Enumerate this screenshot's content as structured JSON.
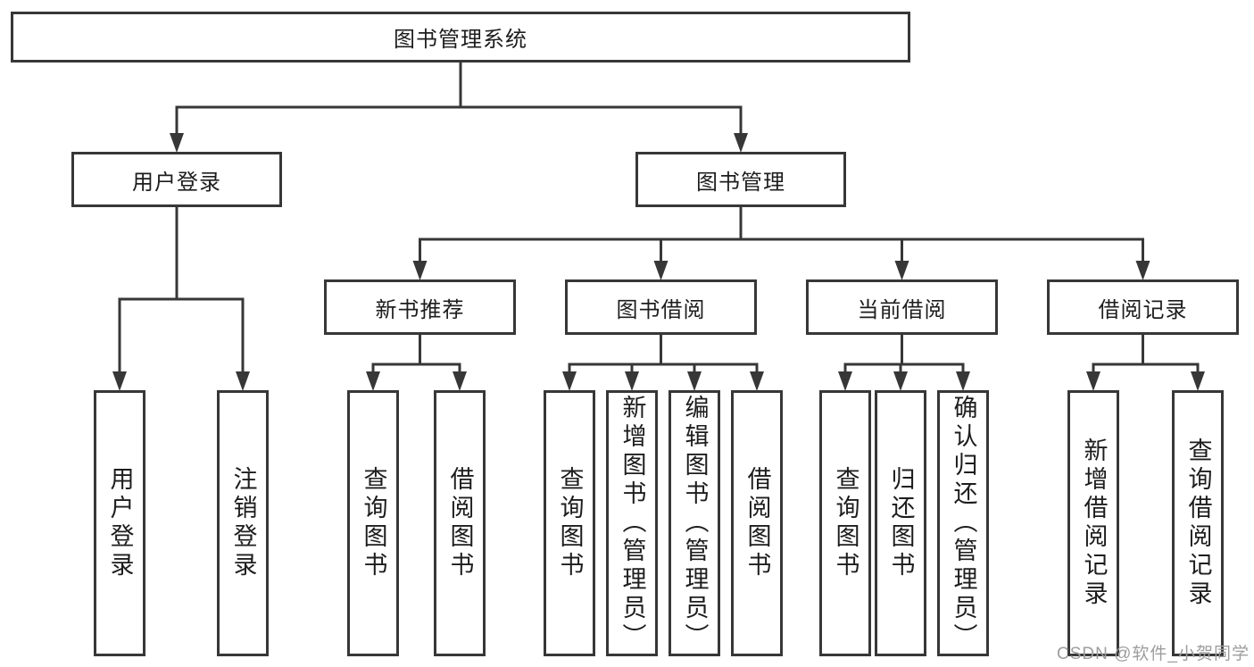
{
  "diagram": {
    "title": "图书管理系统",
    "watermark": "CSDN @软件_小贺同学",
    "colors": {
      "line": "#373737",
      "box_fill": "#ffffff",
      "text": "#1d1d1d",
      "watermark": "#9d9d9d",
      "background": "#ffffff"
    },
    "nodes": {
      "system": "图书管理系统",
      "user_login": "用户登录",
      "book_mgmt": "图书管理",
      "login": "用户登录",
      "logout": "注销登录",
      "new_book_rec": "新书推荐",
      "book_borrow": "图书借阅",
      "current_borrow": "当前借阅",
      "borrow_records": "借阅记录",
      "nbr_query_book": "查询图书",
      "nbr_borrow_book": "借阅图书",
      "bb_query_book": "查询图书",
      "bb_add_book": "新增图书（管理员）",
      "bb_edit_book": "编辑图书（管理员）",
      "bb_borrow_book": "借阅图书",
      "cb_query_book": "查询图书",
      "cb_return_book": "归还图书",
      "cb_confirm_return": "确认归还（管理员）",
      "br_add_record": "新增借阅记录",
      "br_query_record": "查询借阅记录"
    },
    "hierarchy": [
      {
        "parent": "system",
        "children": [
          "user_login",
          "book_mgmt"
        ]
      },
      {
        "parent": "user_login",
        "children": [
          "login",
          "logout"
        ]
      },
      {
        "parent": "book_mgmt",
        "children": [
          "new_book_rec",
          "book_borrow",
          "current_borrow",
          "borrow_records"
        ]
      },
      {
        "parent": "new_book_rec",
        "children": [
          "nbr_query_book",
          "nbr_borrow_book"
        ]
      },
      {
        "parent": "book_borrow",
        "children": [
          "bb_query_book",
          "bb_add_book",
          "bb_edit_book",
          "bb_borrow_book"
        ]
      },
      {
        "parent": "current_borrow",
        "children": [
          "cb_query_book",
          "cb_return_book",
          "cb_confirm_return"
        ]
      },
      {
        "parent": "borrow_records",
        "children": [
          "br_add_record",
          "br_query_record"
        ]
      }
    ]
  }
}
